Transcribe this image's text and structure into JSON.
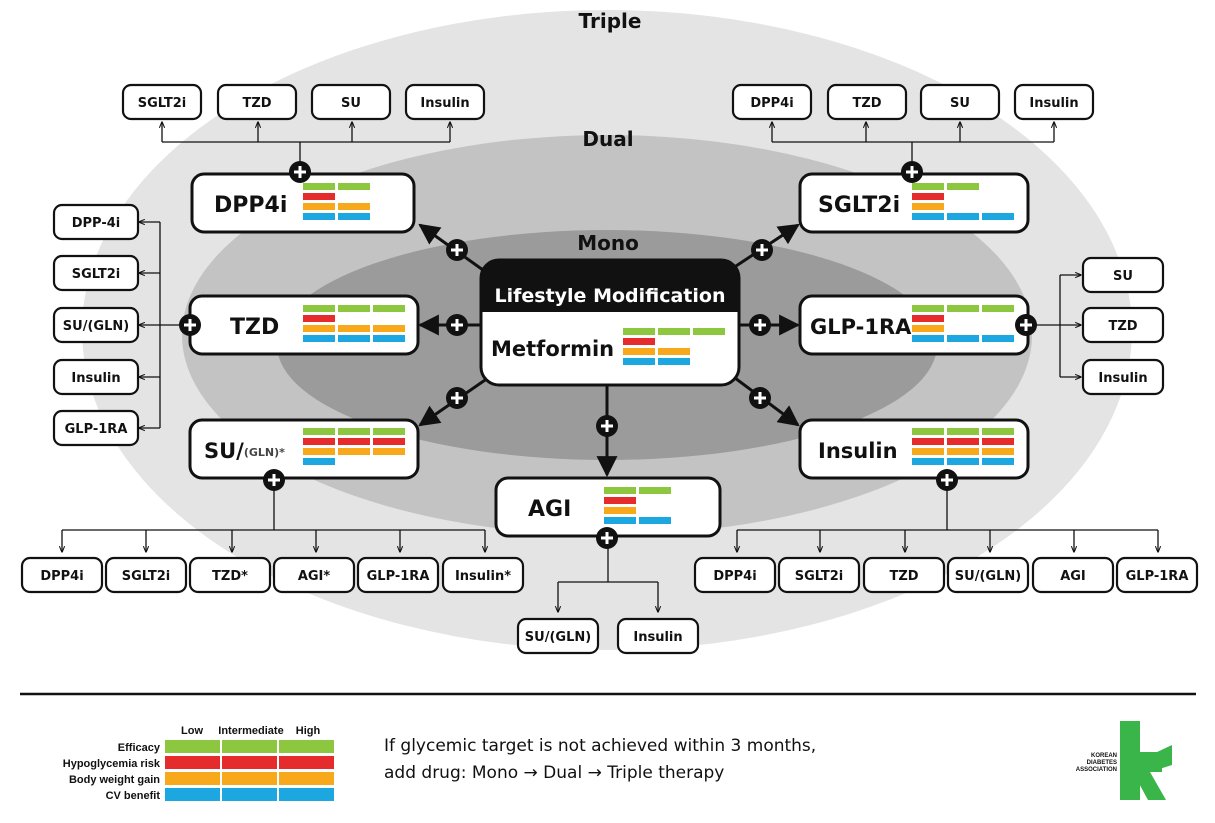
{
  "zones": {
    "triple": "Triple",
    "dual": "Dual",
    "mono": "Mono"
  },
  "center": {
    "title": "Lifestyle Modification",
    "drug": "Metformin"
  },
  "drugs": {
    "dpp4i": "DPP4i",
    "sglt2i": "SGLT2i",
    "tzd": "TZD",
    "glp1ra": "GLP-1RA",
    "su": "SU/",
    "su_gln": "(GLN)*",
    "insulin": "Insulin",
    "agi": "AGI"
  },
  "triple": {
    "dpp4i_options": [
      "SGLT2i",
      "TZD",
      "SU",
      "Insulin"
    ],
    "sglt2i_options": [
      "DPP4i",
      "TZD",
      "SU",
      "Insulin"
    ],
    "tzd_options": [
      "DPP-4i",
      "SGLT2i",
      "SU/(GLN)",
      "Insulin",
      "GLP-1RA"
    ],
    "glp1ra_options": [
      "SU",
      "TZD",
      "Insulin"
    ],
    "su_options": [
      "DPP4i",
      "SGLT2i",
      "TZD*",
      "AGI*",
      "GLP-1RA",
      "Insulin*"
    ],
    "insulin_options": [
      "DPP4i",
      "SGLT2i",
      "TZD",
      "SU/(GLN)",
      "AGI",
      "GLP-1RA"
    ],
    "agi_options": [
      "SU/(GLN)",
      "Insulin"
    ]
  },
  "legend": {
    "columns": [
      "Low",
      "Intermediate",
      "High"
    ],
    "rows": [
      "Efficacy",
      "Hypoglycemia risk",
      "Body weight gain",
      "CV benefit"
    ]
  },
  "note": {
    "line1": "If glycemic target is not achieved within 3 months,",
    "line2": "add drug: Mono → Dual → Triple therapy"
  },
  "logo": {
    "line1": "KOREAN",
    "line2": "DIABETES",
    "line3": "ASSOCIATION"
  },
  "colors": {
    "efficacy": "#8dc63f",
    "hypoglycemia": "#e52b2b",
    "weight": "#f7a81b",
    "cv": "#1ca7e0",
    "outer_ellipse": "#e4e4e4",
    "middle_ellipse": "#c3c3c3",
    "inner_ellipse": "#9b9b9b",
    "logo_green": "#39b54a"
  }
}
